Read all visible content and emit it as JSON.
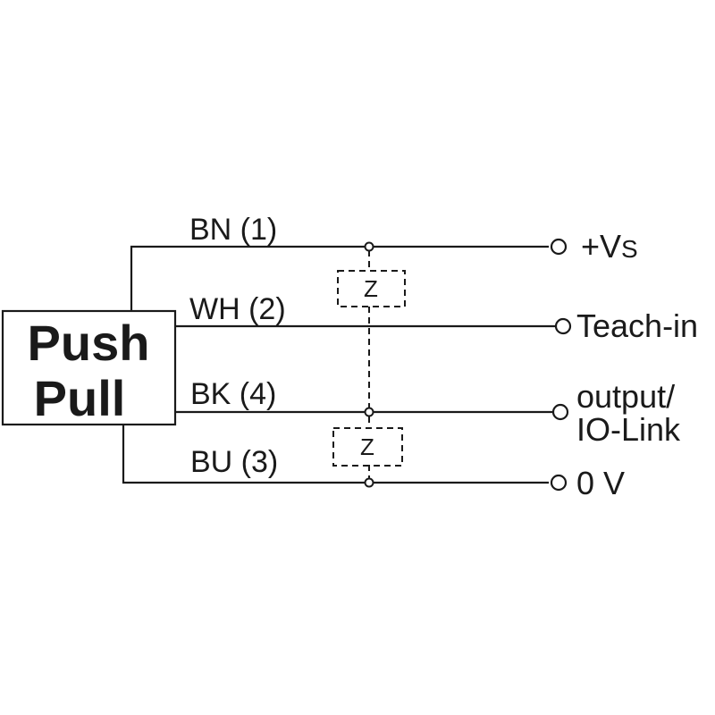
{
  "block": {
    "line1": "Push",
    "line2": "Pull"
  },
  "wires": {
    "bn": {
      "label": "BN (1)",
      "terminal": "+V",
      "terminal_sub": "S"
    },
    "wh": {
      "label": "WH (2)",
      "terminal": "Teach-in"
    },
    "bk": {
      "label": "BK (4)",
      "terminal_line1": "output/",
      "terminal_line2": "IO-Link"
    },
    "bu": {
      "label": "BU (3)",
      "terminal": "0 V"
    }
  },
  "loads": {
    "upper": "Z",
    "lower": "Z"
  }
}
